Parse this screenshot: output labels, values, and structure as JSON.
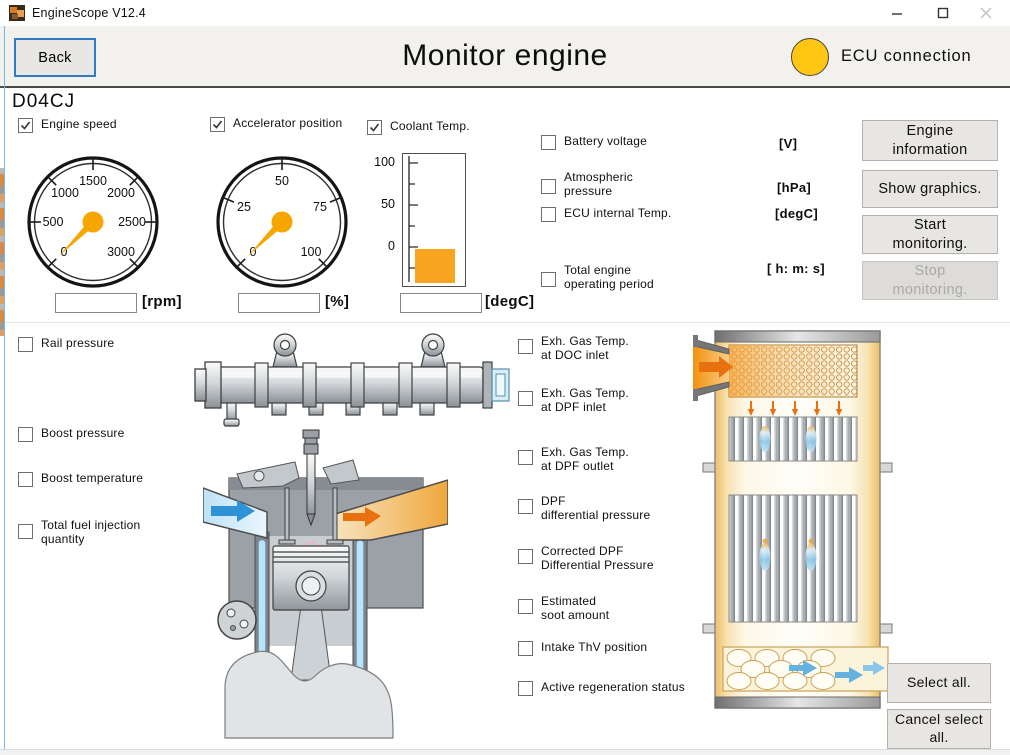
{
  "window": {
    "title": "EngineScope V12.4"
  },
  "header": {
    "back_label": "Back",
    "title": "Monitor engine",
    "ecu_label": "ECU connection"
  },
  "model_code": "D04CJ",
  "top": {
    "engine_speed": {
      "label": "Engine speed",
      "checked": true,
      "ticks": [
        "0",
        "500",
        "1000",
        "1500",
        "2000",
        "2500",
        "3000"
      ],
      "unit": "[rpm]",
      "value": "",
      "needle_angle_deg": -135
    },
    "accelerator": {
      "label": "Accelerator position",
      "checked": true,
      "ticks": [
        "0",
        "25",
        "50",
        "75",
        "100"
      ],
      "unit": "[%]",
      "value": "",
      "needle_angle_deg": -135
    },
    "coolant": {
      "label": "Coolant Temp.",
      "checked": true,
      "scale": [
        "100",
        "50",
        "0"
      ],
      "unit": "[degC]",
      "value": "",
      "fill_ratio": 0.27
    }
  },
  "monitor_items": [
    {
      "line1": "Battery voltage",
      "line2": "",
      "unit": "[V]",
      "checked": false
    },
    {
      "line1": "Atmospheric",
      "line2": "pressure",
      "unit": "[hPa]",
      "checked": false
    },
    {
      "line1": "ECU internal Temp.",
      "line2": "",
      "unit": "[degC]",
      "checked": false
    },
    {
      "line1": "Total engine",
      "line2": "operating period",
      "unit": "[ h: m: s]",
      "checked": false
    }
  ],
  "action_buttons": [
    {
      "line1": "Engine",
      "line2": "information",
      "enabled": true
    },
    {
      "line1": "Show graphics.",
      "line2": "",
      "enabled": true
    },
    {
      "line1": "Start",
      "line2": "monitoring.",
      "enabled": true
    },
    {
      "line1": "Stop",
      "line2": "monitoring.",
      "enabled": false
    }
  ],
  "left_items": [
    {
      "line1": "Rail pressure",
      "line2": "",
      "checked": false
    },
    {
      "line1": "Boost pressure",
      "line2": "",
      "checked": false
    },
    {
      "line1": "Boost temperature",
      "line2": "",
      "checked": false
    },
    {
      "line1": "Total fuel injection",
      "line2": "quantity",
      "checked": false
    }
  ],
  "exhaust_items": [
    {
      "line1": "Exh. Gas Temp.",
      "line2": "at DOC inlet",
      "checked": false
    },
    {
      "line1": "Exh. Gas Temp.",
      "line2": "at DPF inlet",
      "checked": false
    },
    {
      "line1": "Exh. Gas Temp.",
      "line2": "at DPF outlet",
      "checked": false
    },
    {
      "line1": "DPF",
      "line2": "differential pressure",
      "checked": false
    },
    {
      "line1": "Corrected DPF",
      "line2": "Differential Pressure",
      "checked": false
    },
    {
      "line1": "Estimated",
      "line2": "soot amount",
      "checked": false
    },
    {
      "line1": "Intake ThV position",
      "line2": "",
      "checked": false
    },
    {
      "line1": "Active regeneration status",
      "line2": "",
      "checked": false
    }
  ],
  "select_all_label": "Select all.",
  "cancel_select_all_label": "Cancel select all.",
  "colors": {
    "needle_orange": "#F7A600",
    "coolant_bar_orange": "#F9A41E",
    "ecu_status_yellow": "#FFC613",
    "back_border_blue": "#2E7CC6",
    "exhaust_arrow_orange": "#E8700F",
    "intake_arrow_blue": "#2E92D6"
  }
}
